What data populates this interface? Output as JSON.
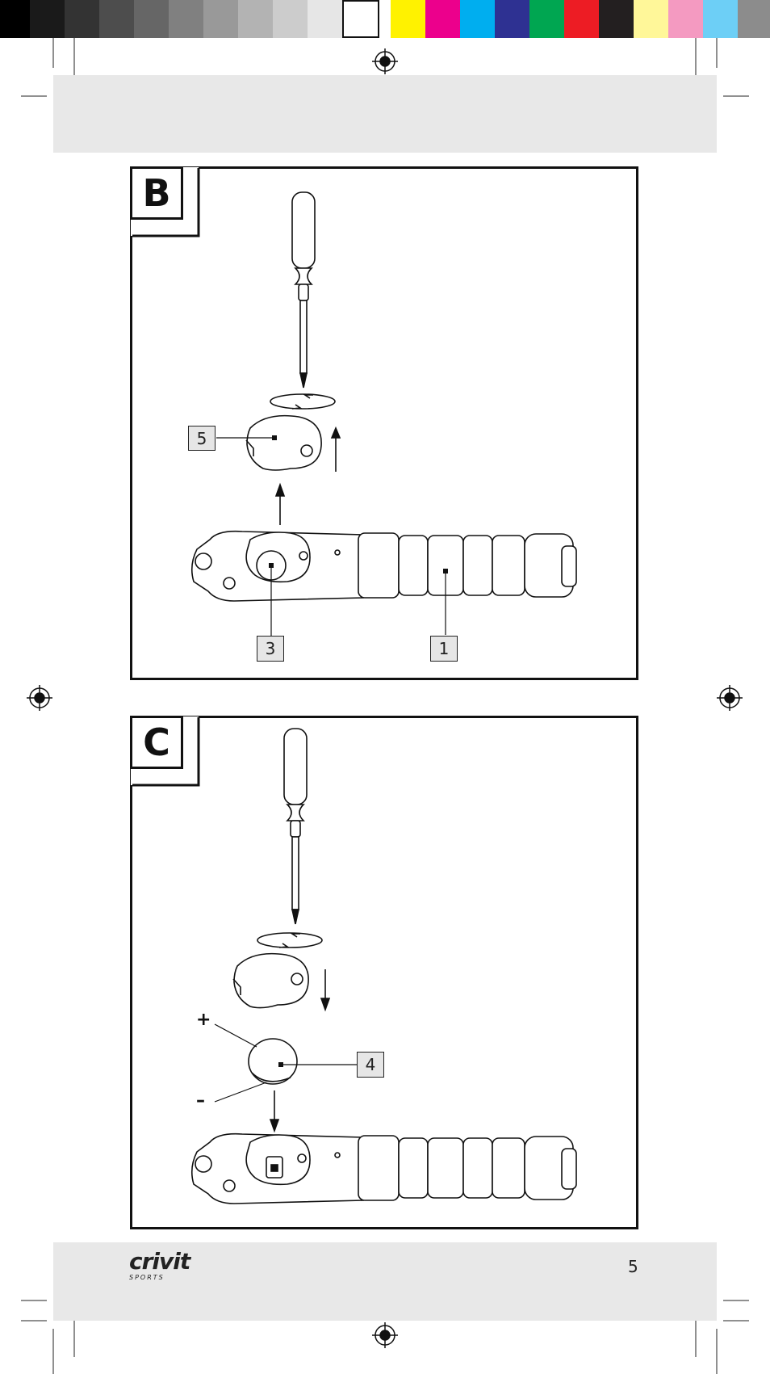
{
  "colors": {
    "swatches": [
      "#000000",
      "#1a1a1a",
      "#333333",
      "#4d4d4d",
      "#666666",
      "#808080",
      "#999999",
      "#b3b3b3",
      "#cccccc",
      "#e6e6e6",
      "#ffffff",
      "#fff200",
      "#ec008c",
      "#00aeef",
      "#2e3192",
      "#00a651",
      "#ed1c24",
      "#231f20",
      "#fff799",
      "#f49ac1",
      "#6dcff6",
      "#8c8c8c"
    ]
  },
  "figures": [
    {
      "letter": "B",
      "callouts": [
        "5",
        "3",
        "1"
      ]
    },
    {
      "letter": "C",
      "callouts": [
        "4"
      ],
      "polarity_plus": "+",
      "polarity_minus": "–"
    }
  ],
  "footer": {
    "brand": "crivit",
    "brand_sub": "SPORTS",
    "page_number": "5"
  },
  "icons": [
    "registration-mark-icon",
    "screwdriver-icon",
    "rotation-arrow-icon",
    "up-arrow-icon",
    "down-arrow-icon",
    "cover-icon",
    "battery-icon",
    "device-icon"
  ]
}
